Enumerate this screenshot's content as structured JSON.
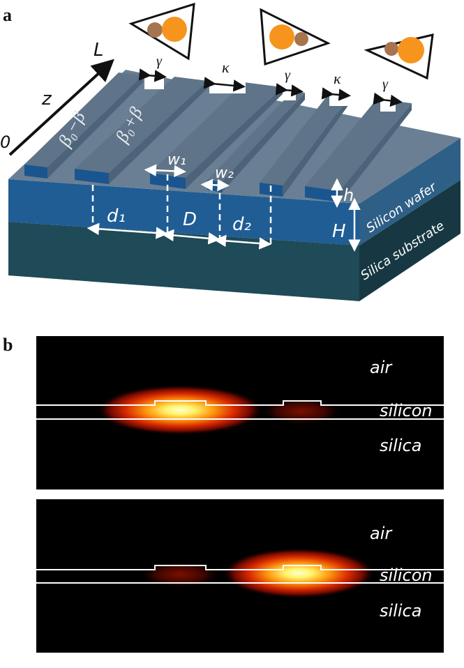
{
  "panel_a": {
    "label": "a",
    "axis": {
      "start": "0",
      "end": "L",
      "name": "z"
    },
    "coupling": {
      "gamma": "γ",
      "kappa": "κ"
    },
    "beta_left": "β₀−β",
    "beta_right": "β₀+β",
    "dims": {
      "w1": "w₁",
      "w2": "w₂",
      "d1": "d₁",
      "D": "D",
      "d2": "d₂",
      "h": "h",
      "H": "H"
    },
    "layers": {
      "wafer": "Silicon wafer",
      "substrate": "Silica substrate"
    }
  },
  "panel_b": {
    "label": "b",
    "plots": [
      {
        "labels": [
          "air",
          "silicon",
          "silica"
        ],
        "mode_position": "left"
      },
      {
        "labels": [
          "air",
          "silicon",
          "silica"
        ],
        "mode_position": "right"
      }
    ]
  },
  "colors": {
    "wafer": "#1f5d94",
    "top_surface": "#6a7f93",
    "substrate": "#1f4a57",
    "mode_hot": "#fff36a",
    "mode_red": "#c01800",
    "triangle_circle_big": "#f7941d",
    "triangle_circle_small": "#a6744f"
  }
}
